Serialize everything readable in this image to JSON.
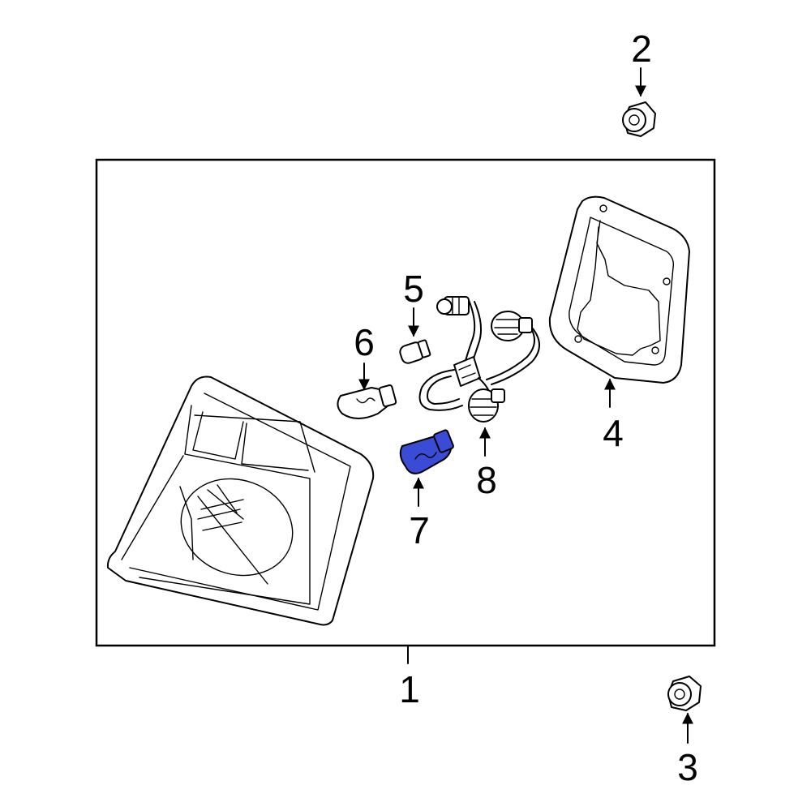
{
  "diagram": {
    "highlight_color": "#3a4bd6",
    "callouts": [
      {
        "id": "1",
        "label": "1",
        "part": "tail-lamp-assembly"
      },
      {
        "id": "2",
        "label": "2",
        "part": "upper-nut"
      },
      {
        "id": "3",
        "label": "3",
        "part": "lower-nut"
      },
      {
        "id": "4",
        "label": "4",
        "part": "lamp-gasket"
      },
      {
        "id": "5",
        "label": "5",
        "part": "small-bulb"
      },
      {
        "id": "6",
        "label": "6",
        "part": "bulb"
      },
      {
        "id": "7",
        "label": "7",
        "part": "turn-signal-bulb"
      },
      {
        "id": "8",
        "label": "8",
        "part": "bulb-socket"
      }
    ],
    "highlighted_part": "7"
  }
}
